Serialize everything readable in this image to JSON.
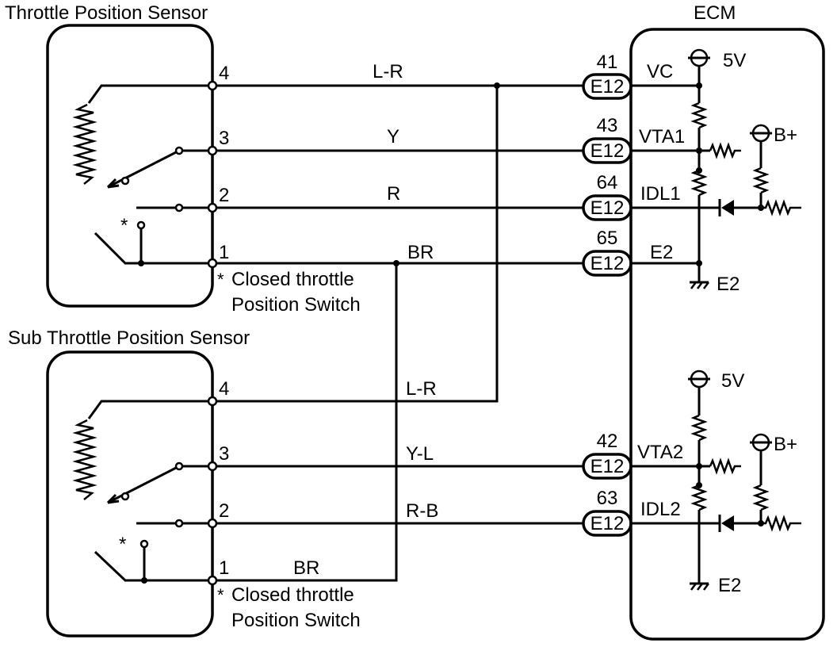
{
  "titles": {
    "tps": "Throttle Position Sensor",
    "sub_tps": "Sub Throttle Position Sensor",
    "ecm": "ECM"
  },
  "tps": {
    "pins": [
      "4",
      "3",
      "2",
      "1"
    ],
    "wires": [
      "L-R",
      "Y",
      "R",
      "BR"
    ],
    "note_star": "*",
    "note_line1": "Closed throttle",
    "note_line2": "Position Switch"
  },
  "sub_tps": {
    "pins": [
      "4",
      "3",
      "2",
      "1"
    ],
    "wires": [
      "L-R",
      "Y-L",
      "R-B",
      "BR"
    ],
    "note_star": "*",
    "note_line1": "Closed throttle",
    "note_line2": "Position Switch"
  },
  "connectors": [
    {
      "pin": "41",
      "label": "E12"
    },
    {
      "pin": "43",
      "label": "E12"
    },
    {
      "pin": "64",
      "label": "E12"
    },
    {
      "pin": "65",
      "label": "E12"
    },
    {
      "pin": "42",
      "label": "E12"
    },
    {
      "pin": "63",
      "label": "E12"
    }
  ],
  "ecm": {
    "terminals": [
      "VC",
      "VTA1",
      "IDL1",
      "E2",
      "VTA2",
      "IDL2"
    ],
    "supply_5v": "5V",
    "supply_bplus": "B+",
    "ground": "E2"
  }
}
